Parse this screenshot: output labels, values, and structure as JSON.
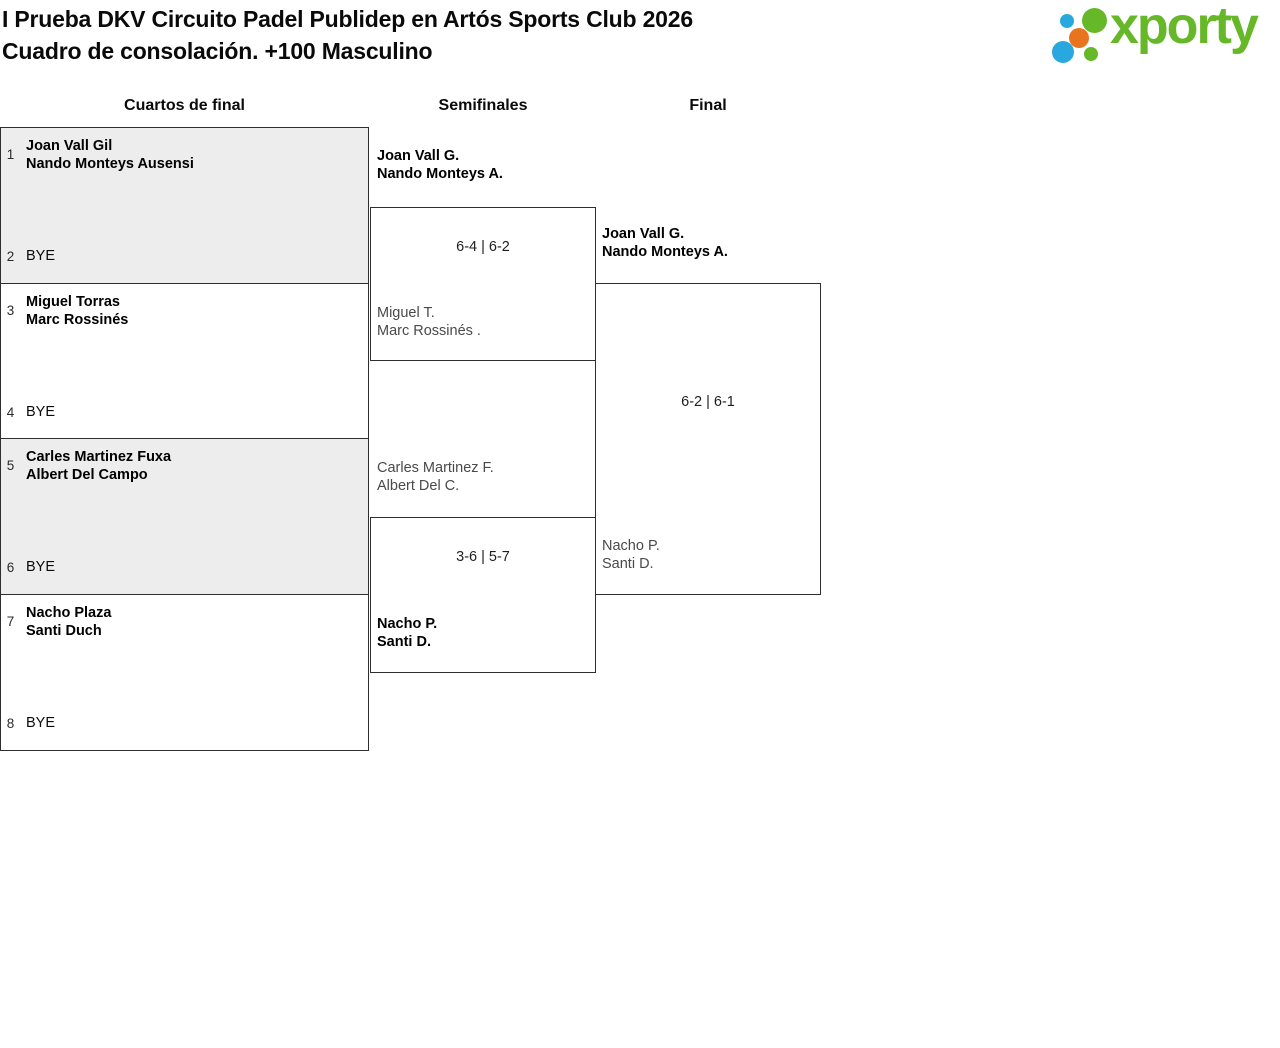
{
  "title": {
    "line1": "I Prueba DKV Circuito Padel Publidep en Artós Sports Club 2026",
    "line2": "Cuadro de consolación. +100 Masculino"
  },
  "logo": {
    "text": "xporty",
    "green": "#67b829",
    "blue": "#29a8e0",
    "orange": "#e8741e"
  },
  "rounds": [
    {
      "label": "Cuartos de final"
    },
    {
      "label": "Semifinales"
    },
    {
      "label": "Final"
    }
  ],
  "quarterfinals": [
    {
      "top_seed": "1",
      "top_team": [
        "Joan Vall Gil",
        "Nando Monteys Ausensi"
      ],
      "bottom_seed": "2",
      "bottom_team": "BYE"
    },
    {
      "top_seed": "3",
      "top_team": [
        "Miguel Torras",
        "Marc Rossinés"
      ],
      "bottom_seed": "4",
      "bottom_team": "BYE"
    },
    {
      "top_seed": "5",
      "top_team": [
        "Carles Martinez Fuxa",
        "Albert Del Campo"
      ],
      "bottom_seed": "6",
      "bottom_team": "BYE"
    },
    {
      "top_seed": "7",
      "top_team": [
        "Nacho Plaza",
        "Santi Duch"
      ],
      "bottom_seed": "8",
      "bottom_team": "BYE"
    }
  ],
  "semifinals": [
    {
      "top_team": [
        "Joan Vall G.",
        "Nando Monteys A."
      ],
      "score": "6-4 | 6-2",
      "bottom_team": [
        "Miguel T.",
        "Marc Rossinés ."
      ]
    },
    {
      "top_team": [
        "Carles Martinez F.",
        "Albert Del C."
      ],
      "score": "3-6 | 5-7",
      "bottom_team": [
        "Nacho P.",
        "Santi D."
      ]
    }
  ],
  "final": {
    "top_team": [
      "Joan Vall G.",
      "Nando Monteys A."
    ],
    "score": "6-2 | 6-1",
    "bottom_team": [
      "Nacho P.",
      "Santi D."
    ]
  }
}
